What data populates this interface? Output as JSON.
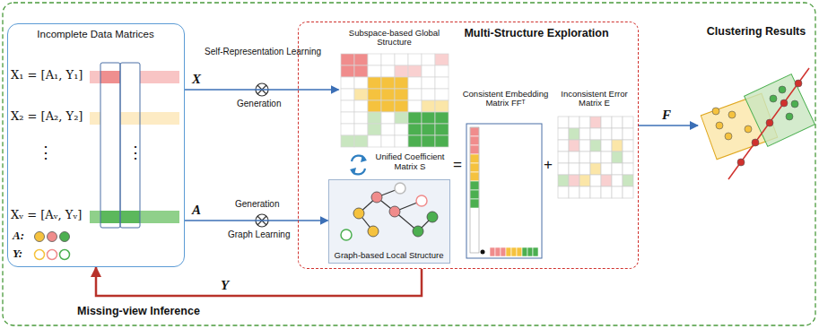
{
  "diagram": {
    "nodes": [
      {
        "text": [
          "Incomplete Data Matrices"
        ]
      },
      {
        "text": [
          "Multi-Structure Exploration"
        ]
      },
      {
        "text": [
          "Subspace-based Global Structure"
        ],
        "in": 1
      },
      {
        "text": [
          "Graph-based Local Structure"
        ],
        "in": 1
      },
      {
        "text": [
          "Consistent Embedding Matrix FFᵀ"
        ],
        "in": 1
      },
      {
        "text": [
          "Inconsistent Error Matrix E"
        ],
        "in": 1
      },
      {
        "text": [
          "Clustering Results"
        ]
      }
    ],
    "edges": [
      {
        "from": 0,
        "to": 2,
        "arrow": "to",
        "label": "X"
      },
      {
        "from": 0,
        "to": 3,
        "arrow": "to",
        "label": "A"
      },
      {
        "from": 1,
        "to": 6,
        "arrow": "to",
        "label": "F"
      },
      {
        "from": 1,
        "to": 0,
        "arrow": "to",
        "label": "Y"
      }
    ],
    "labels": [
      "Self-Representation Learning",
      "Generation",
      "Generation",
      "Graph Learning",
      "X₁ = [A₁, Y₁]",
      "X₂ = [A₂, Y₂]",
      "⋮",
      "⋮",
      "Xᵥ = [Aᵥ, Yᵥ]",
      "Unified Coefficient Matrix S",
      "=",
      "+",
      "Missing-view Inference"
    ],
    "legend": [
      {
        "text": "A:"
      },
      {
        "text": "Y:"
      }
    ]
  }
}
